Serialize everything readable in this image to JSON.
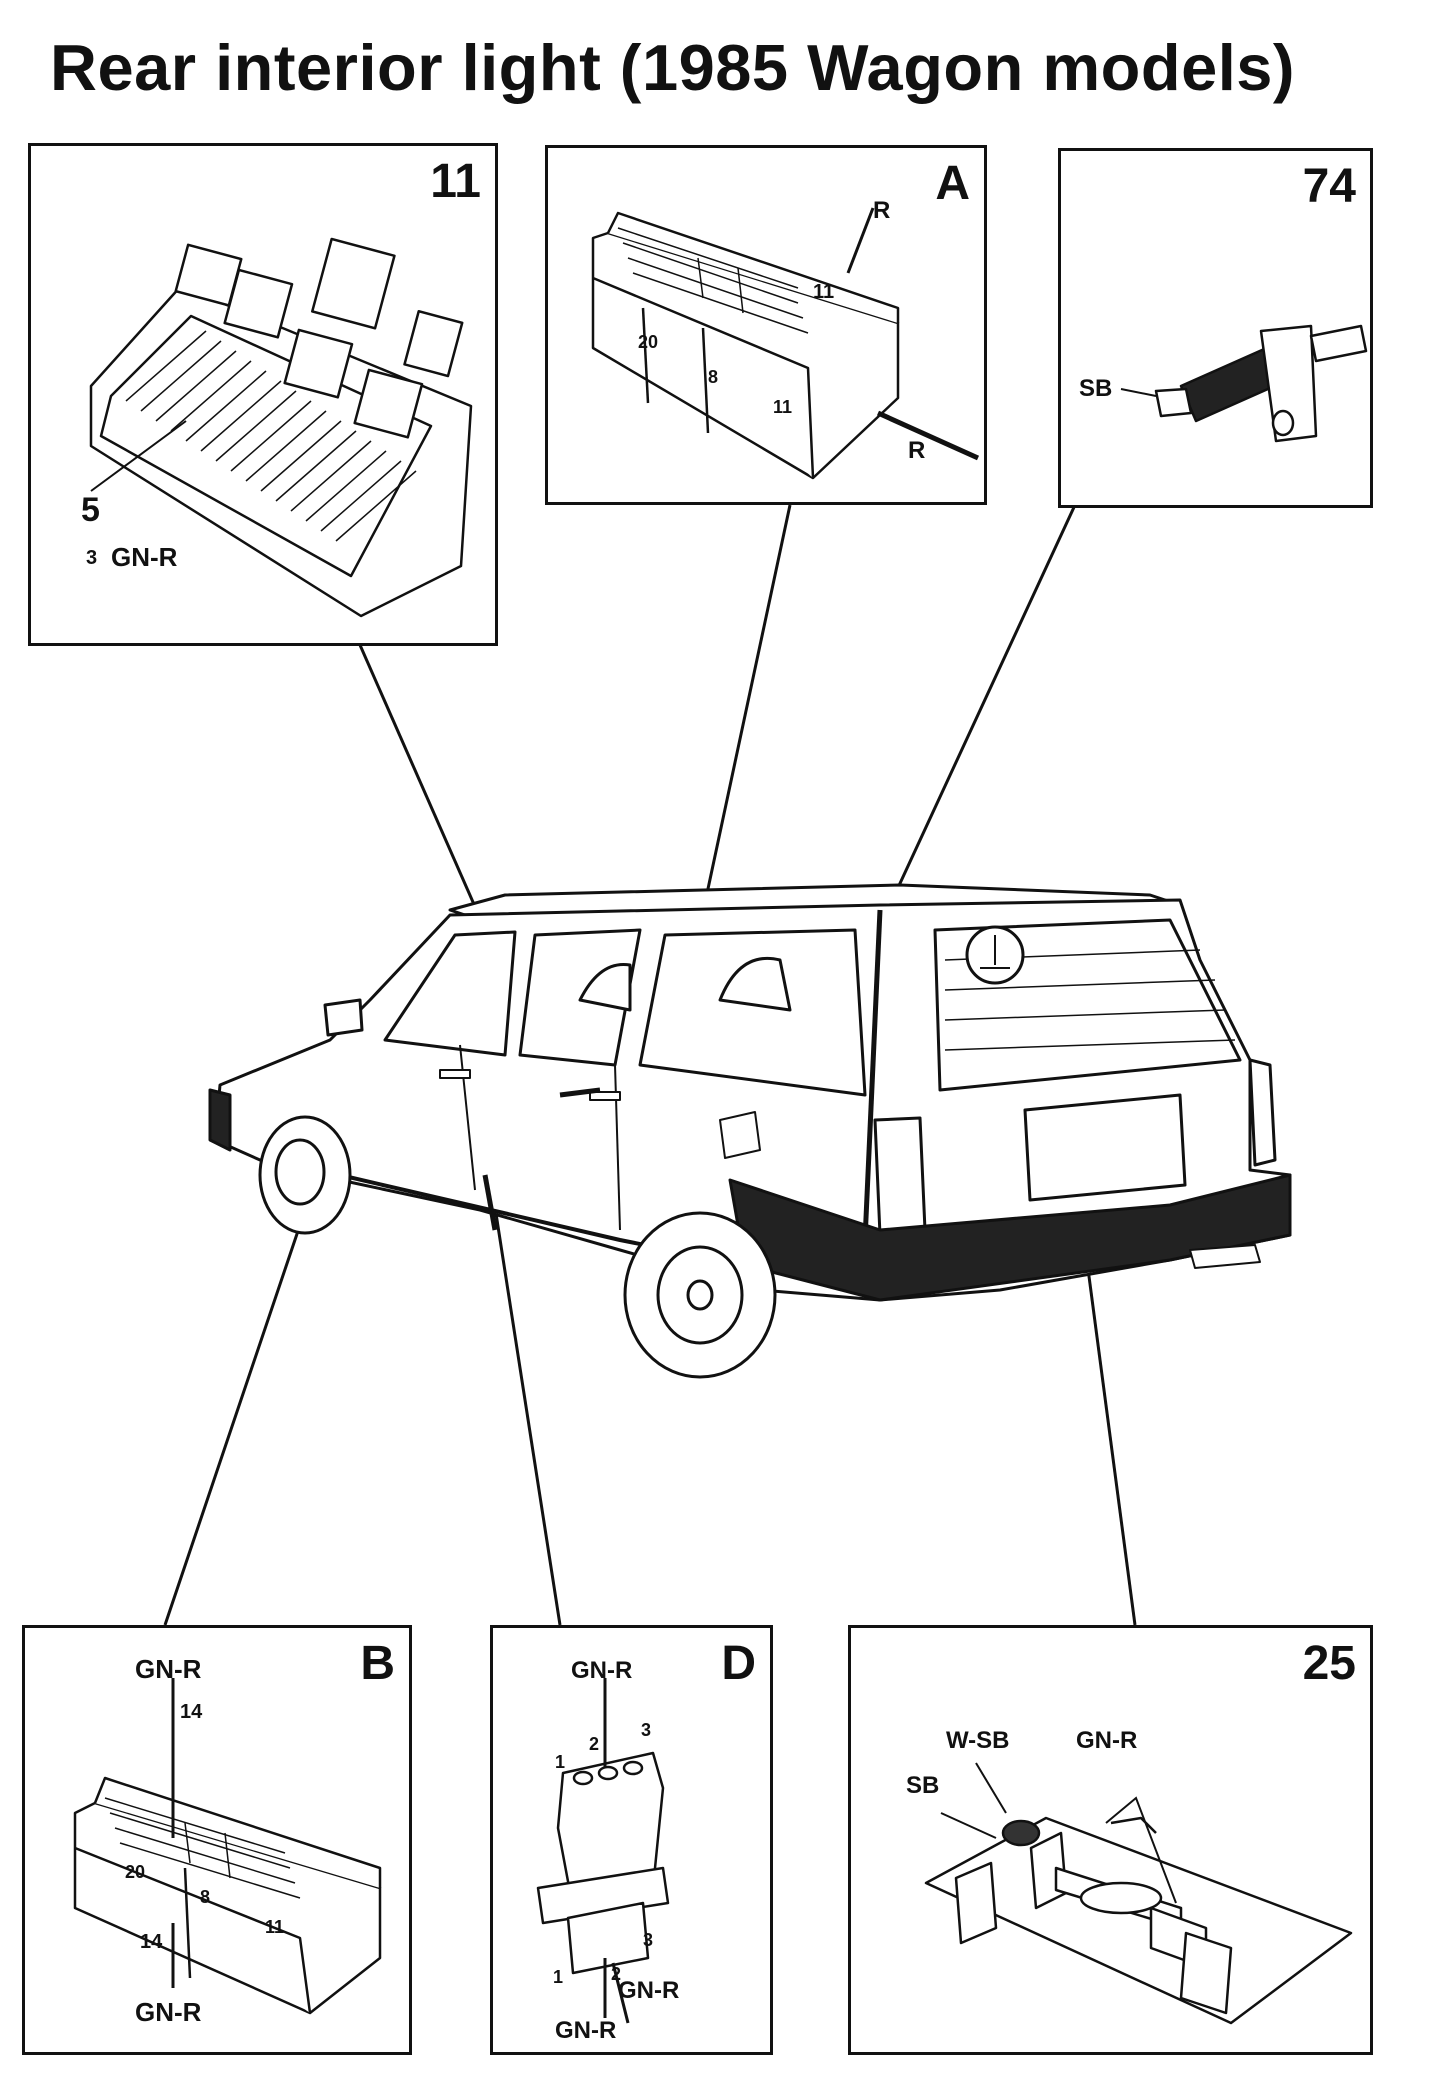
{
  "title": "Rear interior light (1985 Wagon models)",
  "panels": {
    "p11": {
      "id": "11",
      "labels": {
        "pin": "5",
        "wire_num": "3",
        "wire": "GN-R"
      }
    },
    "pA": {
      "id": "A",
      "labels": {
        "wire_top": "R",
        "pin_11": "11",
        "pin_20": "20",
        "pin_8": "8",
        "pin_11b": "11",
        "wire_bottom": "R"
      }
    },
    "p74": {
      "id": "74",
      "labels": {
        "wire": "SB"
      }
    },
    "pB": {
      "id": "B",
      "labels": {
        "wire_top": "GN-R",
        "pin_top": "14",
        "pin_20": "20",
        "pin_8": "8",
        "pin_11": "11",
        "pin_bottom": "14",
        "wire_bottom": "GN-R"
      }
    },
    "pD": {
      "id": "D",
      "labels": {
        "wire_top": "GN-R",
        "pin1": "1",
        "pin2": "2",
        "pin3": "3",
        "pin3b": "3",
        "pin1b": "1",
        "pin2b": "2",
        "wire_right": "GN-R",
        "wire_bottom": "GN-R"
      }
    },
    "p25": {
      "id": "25",
      "labels": {
        "wire_wsb": "W-SB",
        "wire_gnr": "GN-R",
        "wire_sb": "SB"
      }
    }
  }
}
